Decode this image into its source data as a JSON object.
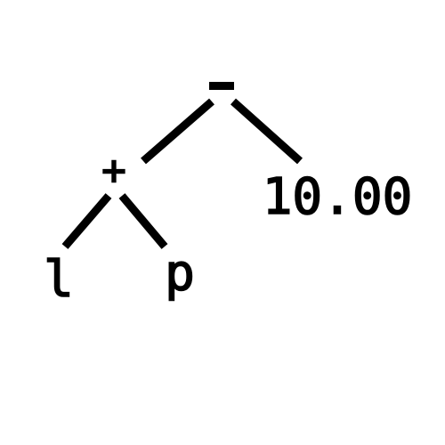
{
  "tree": {
    "root": {
      "label": "-",
      "left": {
        "label": "+",
        "left": {
          "label": "l"
        },
        "right": {
          "label": "p"
        }
      },
      "right": {
        "label": "10.00"
      }
    }
  },
  "colors": {
    "ink": "#000000",
    "background": "#ffffff"
  }
}
